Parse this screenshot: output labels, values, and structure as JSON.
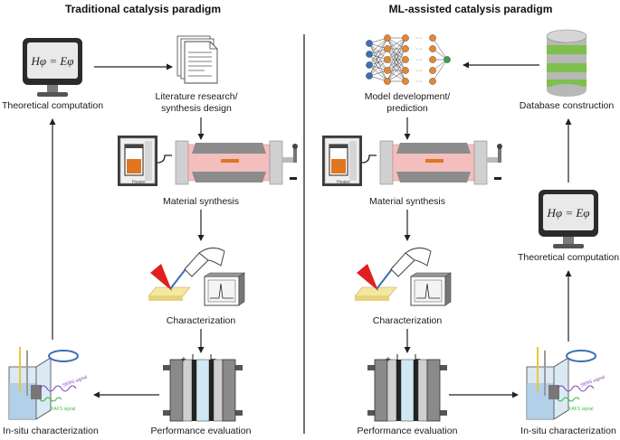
{
  "left": {
    "title": "Traditional catalysis paradigm",
    "nodes": {
      "theoretical": "Theoretical computation",
      "literature_line1": "Literature research/",
      "literature_line2": "synthesis design",
      "synthesis": "Material synthesis",
      "characterization": "Characterization",
      "insitu": "In-situ characterization",
      "performance": "Performance evaluation"
    }
  },
  "right": {
    "title": "ML-assisted catalysis paradigm",
    "nodes": {
      "model_line1": "Model development/",
      "model_line2": "prediction",
      "database": "Database construction",
      "synthesis": "Material synthesis",
      "theoretical": "Theoretical computation",
      "characterization": "Characterization",
      "insitu": "In-situ characterization",
      "performance": "Performance evaluation"
    }
  },
  "equation": "Hφ = Eφ",
  "furnace_brand": "Heater",
  "signals": {
    "sers": "SERS signal",
    "xafs": "XAFS signal"
  },
  "electrode_signs": {
    "plus": "+",
    "minus": "−"
  },
  "colors": {
    "arrow": "#222222",
    "divider": "#111111",
    "nn_blue": "#3b6fb6",
    "nn_orange": "#e8862e",
    "nn_output": "#3aa04a",
    "db_green": "#7fbf4d",
    "db_gray": "#b8b8b8",
    "furnace_pink": "#f2b8b8",
    "sers_purple": "#7b3fb8",
    "xafs_green": "#3fbf3f",
    "sample_yellow": "#f5e6a0",
    "laser_red": "#e02020"
  }
}
